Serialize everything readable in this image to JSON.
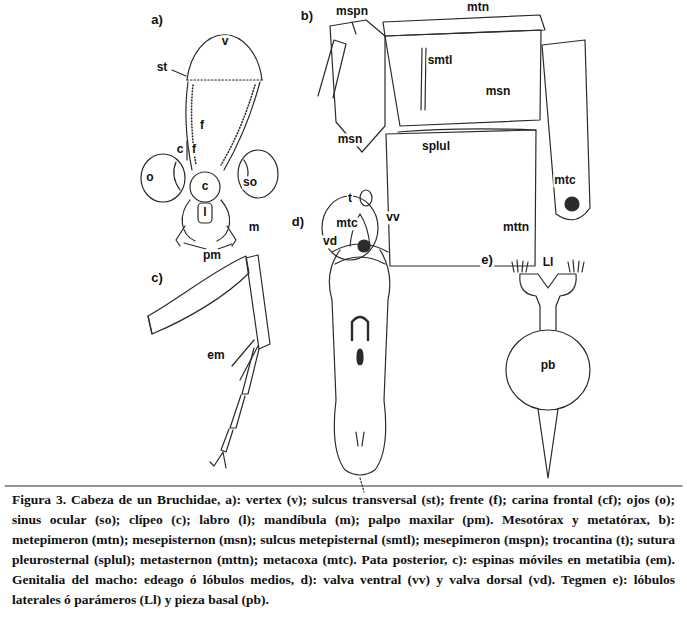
{
  "diagram": {
    "caption": "Figura 3. Cabeza de un Bruchidae, a): vertex (v); sulcus transversal (st); frente (f); carina frontal (cf); ojos (o); sinus ocular (so); clípeo (c); labro (l); mandíbula (m); palpo maxilar (pm). Mesotórax y metatórax, b): metepimeron (mtn); mesepisternon (msn); sulcus metepisternal (smtl); mesepimeron (mspn); trocantina (t); sutura pleurosternal (splul); metasternon (mttn); metacoxa (mtc). Pata posterior, c): espinas móviles en metatibia (em). Genitalia del macho: edeago ó lóbulos medios, d): valva ventral (vv) y valva dorsal (vd). Tegmen e): lóbulos laterales ó parámeros (Ll) y pieza basal (pb).",
    "labels": [
      "a)",
      "b)",
      "c)",
      "d)",
      "e)",
      "v",
      "st",
      "f",
      "c",
      "f",
      "o",
      "c",
      "so",
      "l",
      "m",
      "pm",
      "mspn",
      "mtn",
      "smtl",
      "msn",
      "msn",
      "splul",
      "t",
      "mtc",
      "mtc",
      "mttn",
      "em",
      "vv",
      "vd",
      "Ll",
      "pb"
    ]
  }
}
